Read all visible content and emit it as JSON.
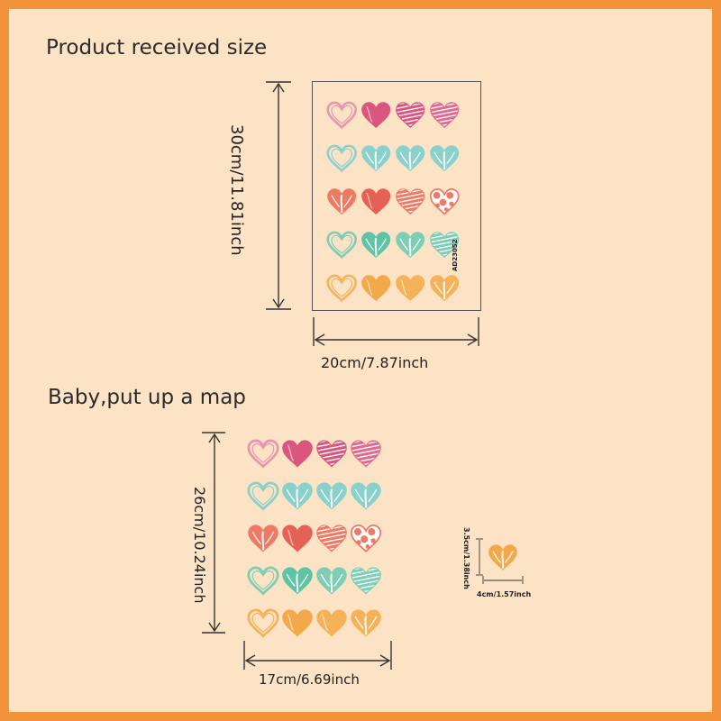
{
  "sections": {
    "received": {
      "title": "Product received size",
      "height_label": "30cm/11.81inch",
      "width_label": "20cm/7.87inch",
      "sheet_code": "AD23052"
    },
    "applied": {
      "title": "Baby,put up a map",
      "height_label": "26cm/10.24inch",
      "width_label": "17cm/6.69inch"
    },
    "single_heart": {
      "height_label": "3.5cm/1.38inch",
      "width_label": "4cm/1.57inch"
    }
  },
  "colors": {
    "background": "#FCE3C6",
    "frame": "#F3933A",
    "row_colors": [
      [
        "#E995AE",
        "#D9577F",
        "#D9577F",
        "#E06B8E"
      ],
      [
        "#8AD1CC",
        "#8AD1CC",
        "#8AD1CC",
        "#8AD1CC"
      ],
      [
        "#EE7A63",
        "#E66155",
        "#EE7A63",
        "#EE7A63"
      ],
      [
        "#7ECDB5",
        "#5FC3A5",
        "#7ECDB5",
        "#7ECDB5"
      ],
      [
        "#F5B258",
        "#F3A94A",
        "#F5B258",
        "#F5B258"
      ]
    ],
    "single_heart": "#F3A94A"
  },
  "heart_styles": [
    [
      "outline",
      "solid",
      "stripes",
      "stripes"
    ],
    [
      "outline",
      "split",
      "split",
      "split"
    ],
    [
      "split",
      "solid",
      "stripes",
      "dots"
    ],
    [
      "outline",
      "split",
      "split",
      "stripes"
    ],
    [
      "outline",
      "solid",
      "solid",
      "split"
    ]
  ]
}
